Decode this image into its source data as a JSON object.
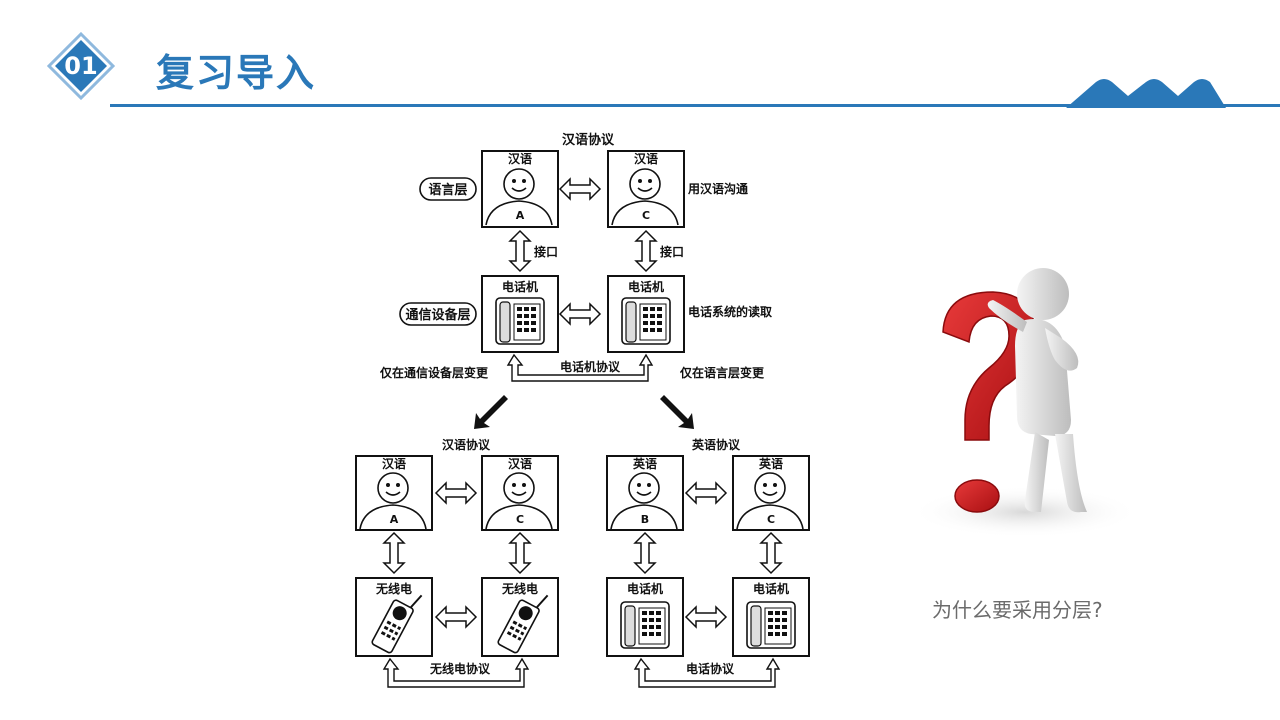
{
  "header": {
    "badge_number": "01",
    "title": "复习导入",
    "accent_color": "#2a78b8"
  },
  "diagram": {
    "top": {
      "protocol_label": "汉语协议",
      "language_layer_label": "语言层",
      "device_layer_label": "通信设备层",
      "person_left_lang": "汉语",
      "person_left_name": "A",
      "person_right_lang": "汉语",
      "person_right_name": "C",
      "right_note_language": "用汉语沟通",
      "interface_left": "接口",
      "interface_right": "接口",
      "device_left": "电话机",
      "device_right": "电话机",
      "right_note_device": "电话系统的读取",
      "device_protocol": "电话机协议",
      "left_change_note": "仅在通信设备层变更",
      "right_change_note": "仅在语言层变更"
    },
    "bottom_left": {
      "protocol_label": "汉语协议",
      "person_left_lang": "汉语",
      "person_left_name": "A",
      "person_right_lang": "汉语",
      "person_right_name": "C",
      "device_left": "无线电",
      "device_right": "无线电",
      "device_protocol": "无线电协议"
    },
    "bottom_right": {
      "protocol_label": "英语协议",
      "person_left_lang": "英语",
      "person_left_name": "B",
      "person_right_lang": "英语",
      "person_right_name": "C",
      "device_left": "电话机",
      "device_right": "电话机",
      "device_protocol": "电话协议"
    }
  },
  "side": {
    "question": "为什么要采用分层?"
  }
}
